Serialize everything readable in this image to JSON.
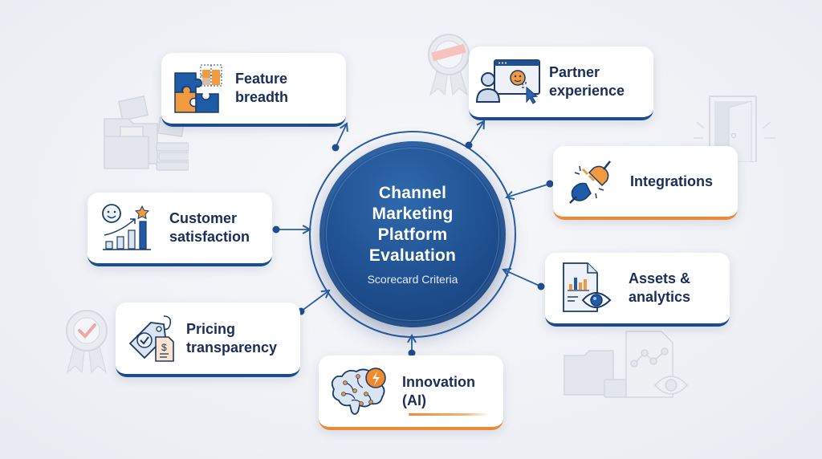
{
  "hub": {
    "title": "Channel Marketing Platform Evaluation",
    "subtitle": "Scorecard Criteria",
    "color": "#1f4f8f"
  },
  "colors": {
    "navy_text": "#1b2d5a",
    "blue_accent": "#1c4c8c",
    "orange_accent": "#ee8a36",
    "connector": "#2a5fa5"
  },
  "criteria": [
    {
      "label": "Feature breadth",
      "icon": "puzzle-icon",
      "accent": "blue"
    },
    {
      "label": "Partner experience",
      "icon": "partner-screen-icon",
      "accent": "blue"
    },
    {
      "label": "Integrations",
      "icon": "plug-icon",
      "accent": "orange"
    },
    {
      "label": "Assets & analytics",
      "icon": "document-eye-icon",
      "accent": "blue"
    },
    {
      "label": "Innovation (AI)",
      "icon": "brain-ai-icon",
      "accent": "orange"
    },
    {
      "label": "Pricing transparency",
      "icon": "price-tag-icon",
      "accent": "blue"
    },
    {
      "label": "Customer satisfaction",
      "icon": "satisfaction-chart-icon",
      "accent": "blue"
    }
  ],
  "background_icons": [
    "folder-stack-icon",
    "award-ribbon-icon",
    "open-door-icon",
    "analytics-folder-icon",
    "award-check-icon"
  ]
}
